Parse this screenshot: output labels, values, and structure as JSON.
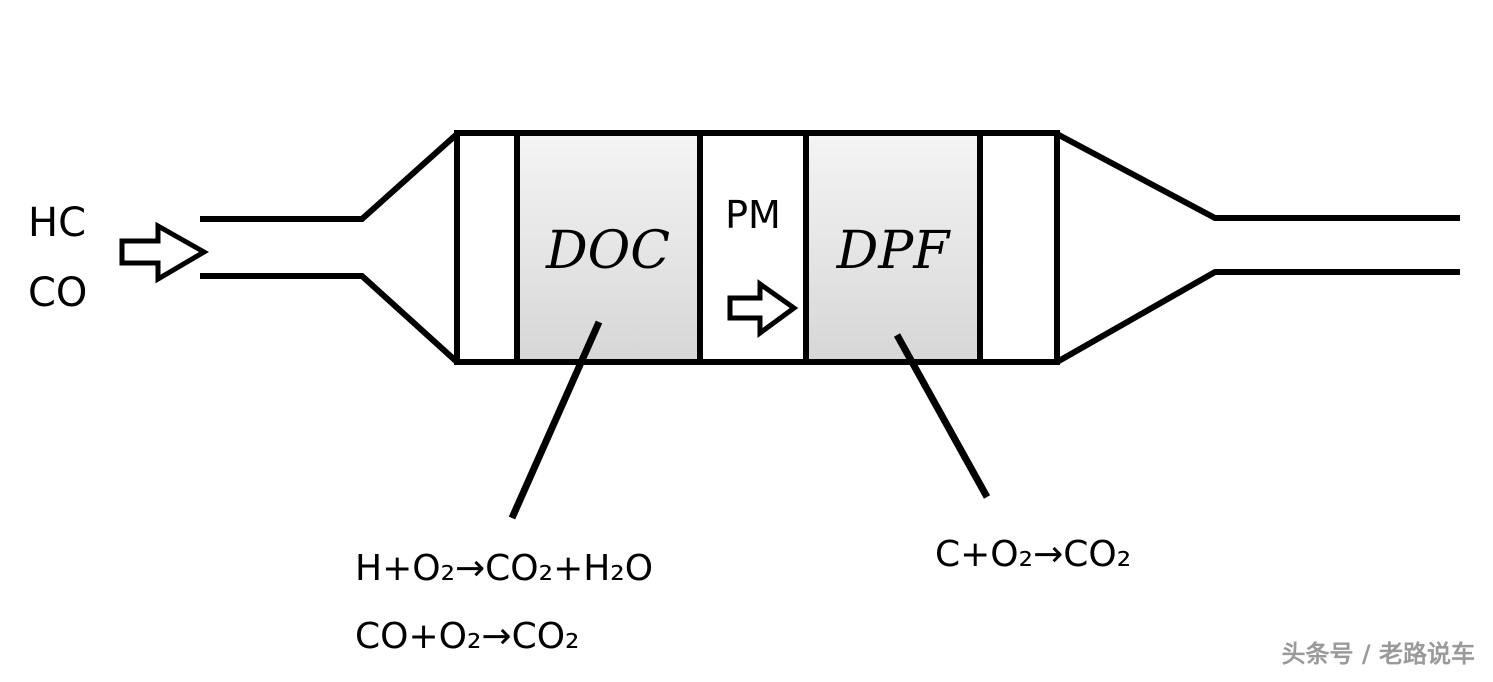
{
  "diagram": {
    "title_hint": "Diesel exhaust aftertreatment: DOC + DPF schematic",
    "inlet": {
      "label_line1": "HC",
      "label_line2": "CO"
    },
    "doc_block": {
      "label": "DOC"
    },
    "middle_section": {
      "label": "PM"
    },
    "dpf_block": {
      "label": "DPF"
    },
    "doc_reactions": {
      "line1": "H+O₂→CO₂+H₂O",
      "line2": "CO+O₂→CO₂"
    },
    "dpf_reaction": "C+O₂→CO₂",
    "watermark": "头条号 / 老路说车",
    "icons": {
      "inlet_flow_arrow": "right-block-arrow-icon",
      "pm_flow_arrow": "right-block-arrow-icon"
    },
    "colors": {
      "line": "#000000",
      "block_fill_top": "#f4f4f4",
      "block_fill_bottom": "#d7d7d7",
      "watermark": "#9a9a9a"
    }
  }
}
